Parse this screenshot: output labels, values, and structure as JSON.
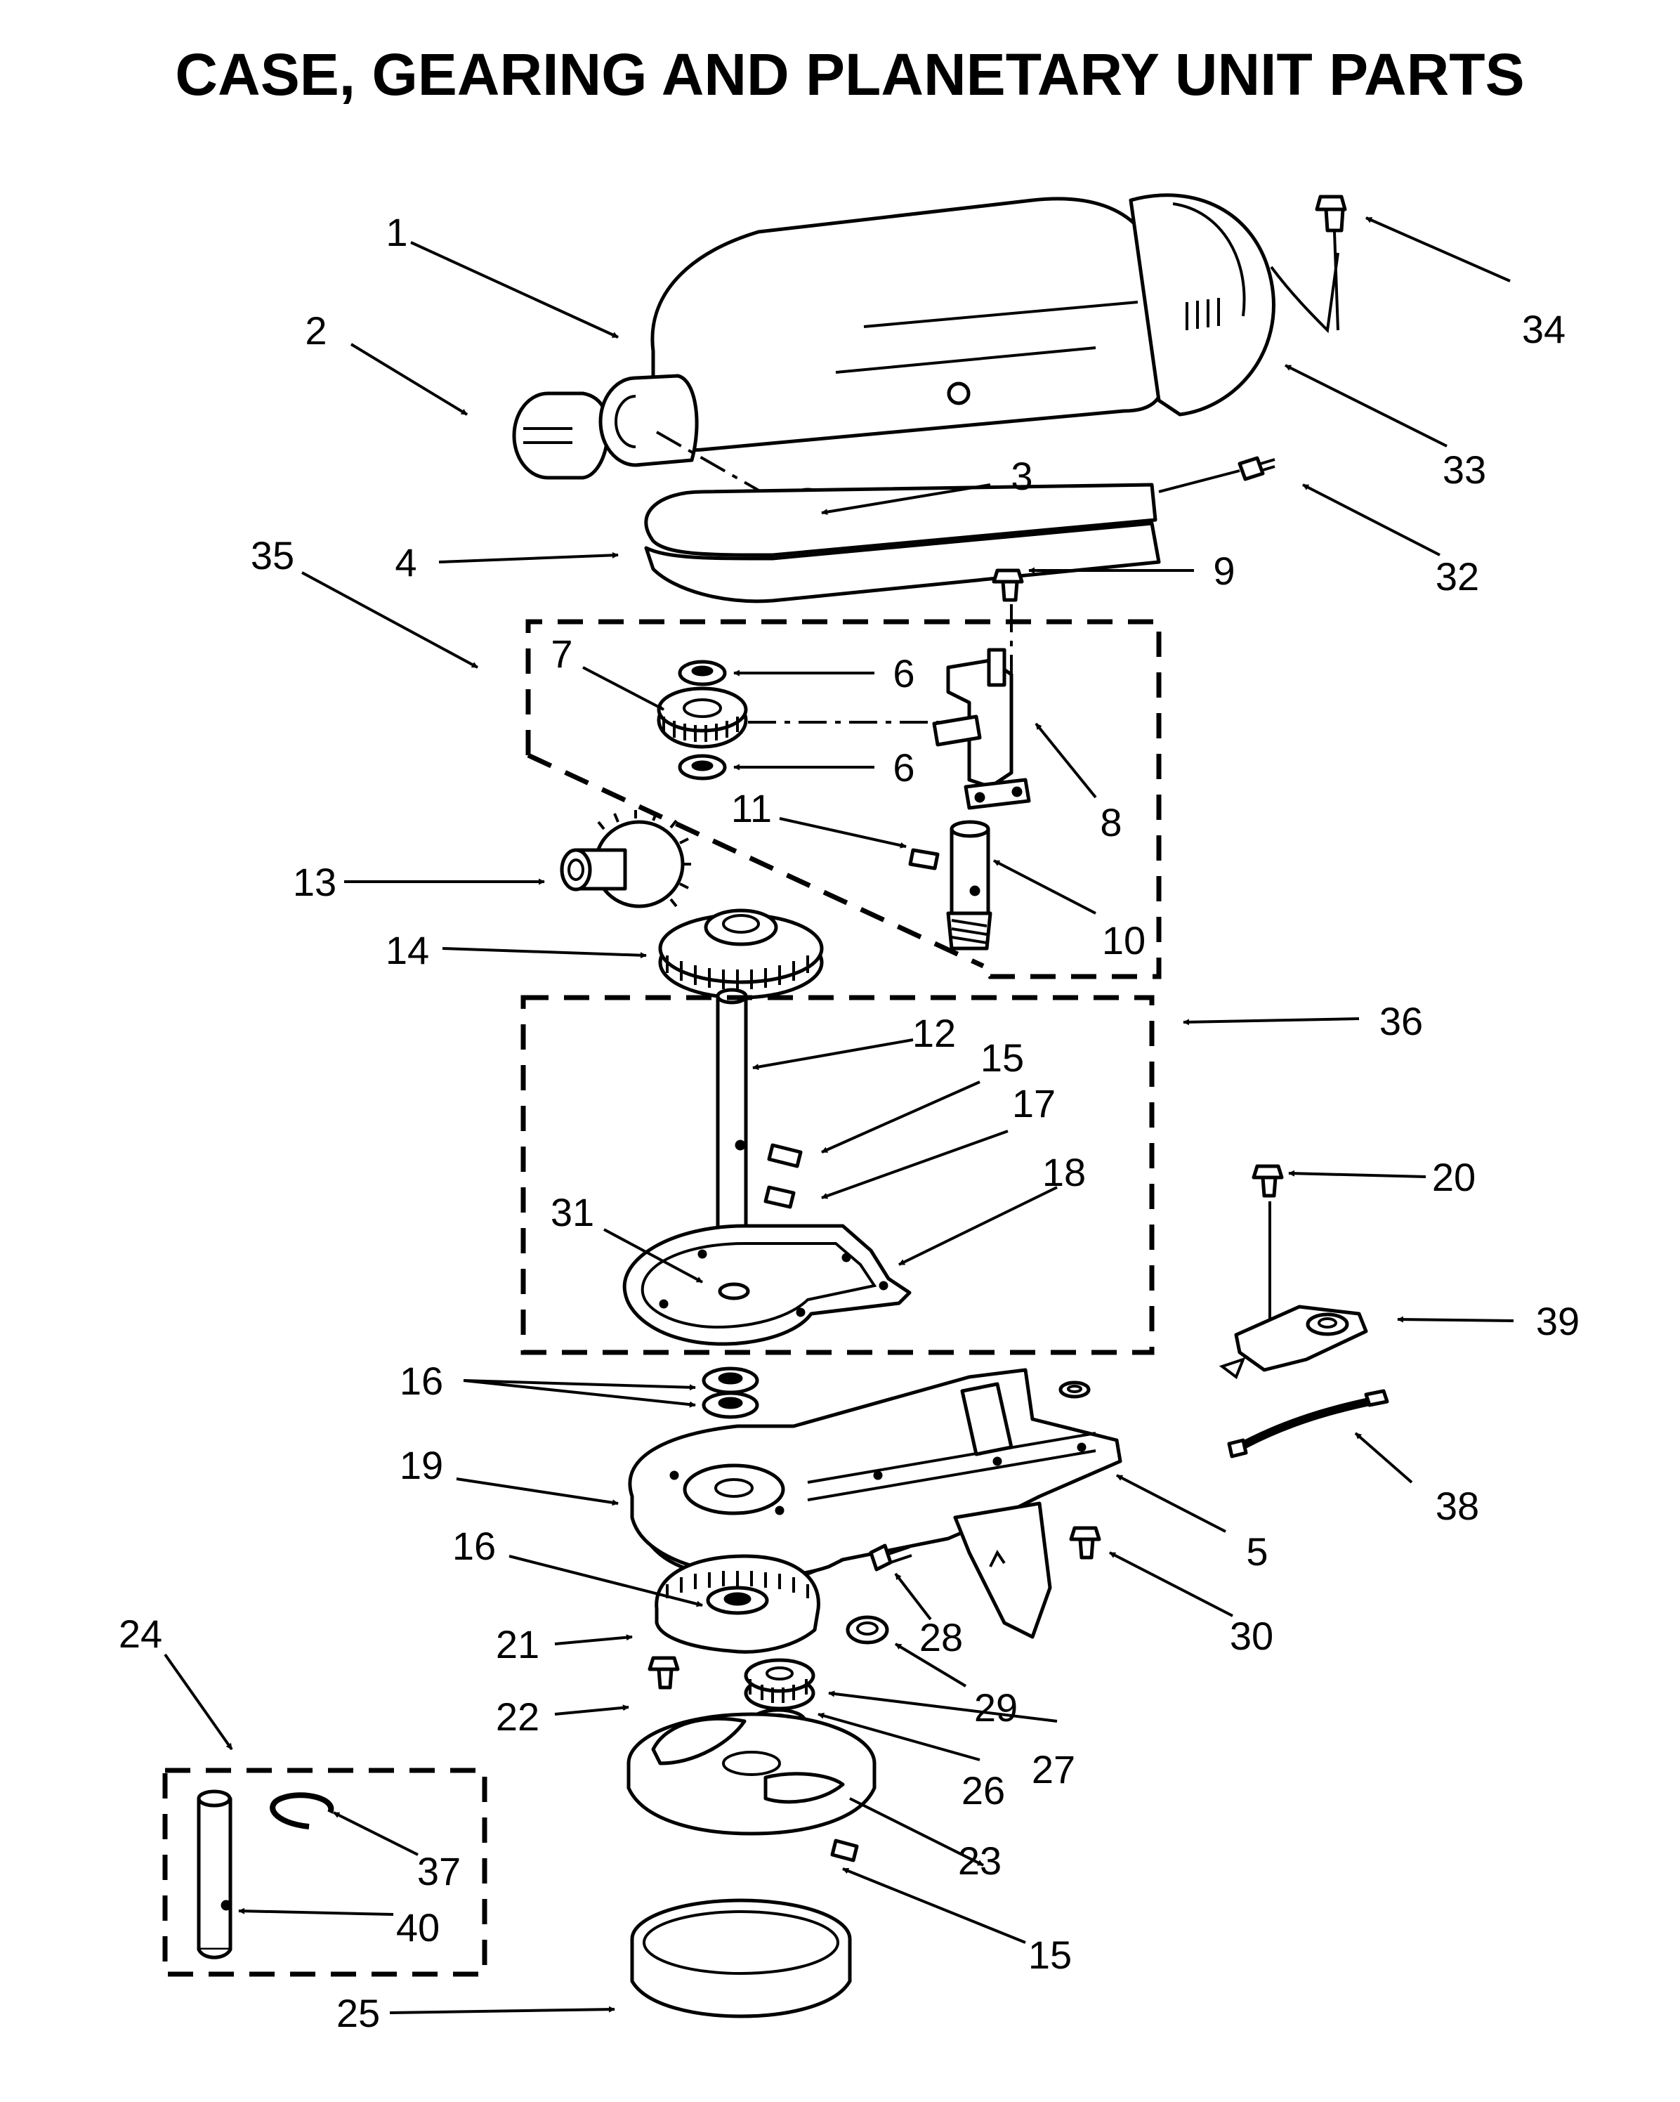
{
  "title": "CASE, GEARING AND PLANETARY UNIT PARTS",
  "callouts": {
    "c1": "1",
    "c2": "2",
    "c3": "3",
    "c4": "4",
    "c5": "5",
    "c6a": "6",
    "c6b": "6",
    "c7": "7",
    "c8": "8",
    "c9": "9",
    "c10": "10",
    "c11": "11",
    "c12": "12",
    "c13": "13",
    "c14": "14",
    "c15a": "15",
    "c15b": "15",
    "c16a": "16",
    "c16b": "16",
    "c17": "17",
    "c18": "18",
    "c19": "19",
    "c20": "20",
    "c21": "21",
    "c22": "22",
    "c23": "23",
    "c24": "24",
    "c25": "25",
    "c26": "26",
    "c27": "27",
    "c28": "28",
    "c29": "29",
    "c30": "30",
    "c31": "31",
    "c32": "32",
    "c33": "33",
    "c34": "34",
    "c35": "35",
    "c36": "36",
    "c37": "37",
    "c38": "38",
    "c39": "39",
    "c40": "40"
  }
}
